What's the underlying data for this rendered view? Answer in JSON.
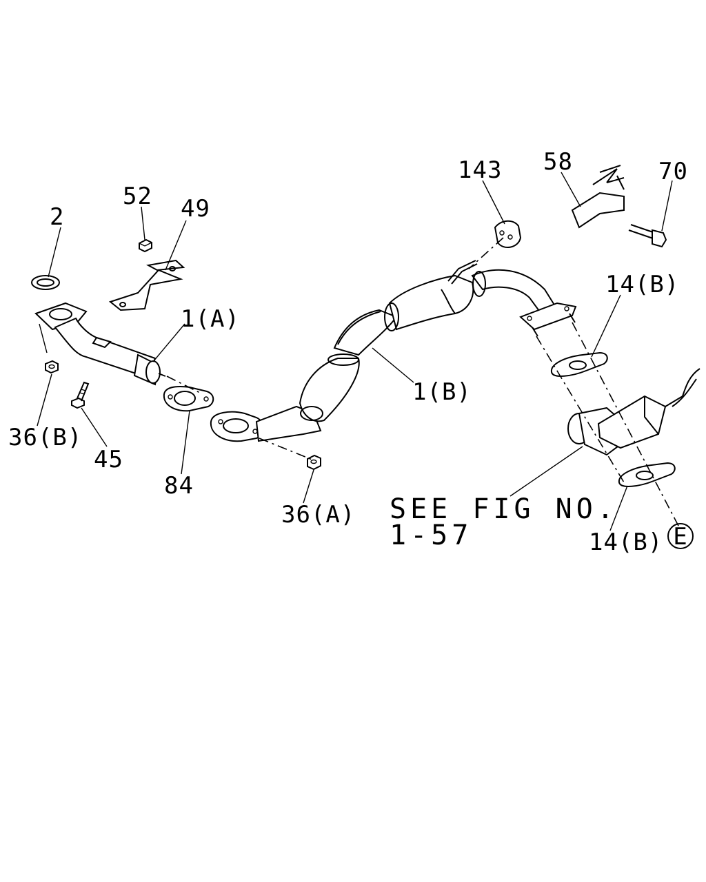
{
  "labels": {
    "p2": "2",
    "p52": "52",
    "p49": "49",
    "p1a": "1(A)",
    "p36b": "36(B)",
    "p45": "45",
    "p84": "84",
    "p36a": "36(A)",
    "p1b": "1(B)",
    "p143": "143",
    "p58": "58",
    "p70": "70",
    "p14b_top": "14(B)",
    "p14b_bottom": "14(B)",
    "ref_e": "E"
  },
  "note": {
    "line1": "SEE FIG NO.",
    "line2": "1-57"
  }
}
